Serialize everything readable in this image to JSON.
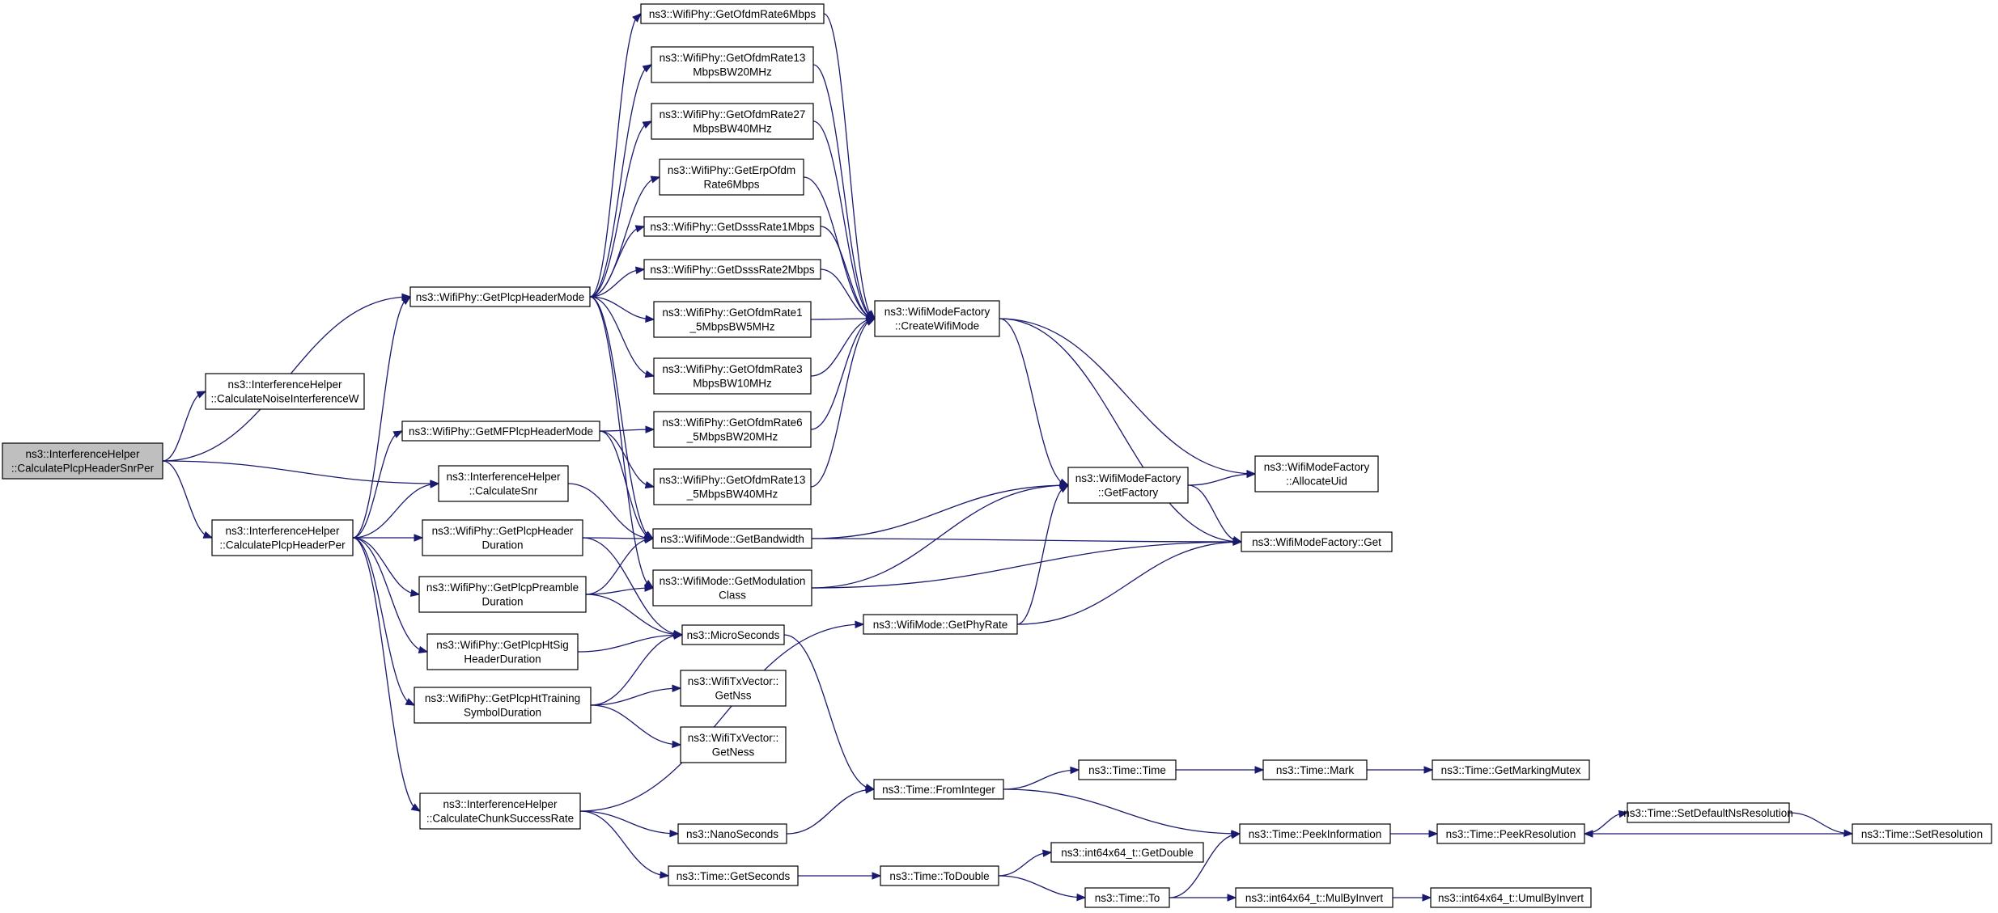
{
  "graph": {
    "edge_color": "#191970",
    "root_fill": "#bfbfbf",
    "node_fill": "#ffffff",
    "nodes": [
      {
        "id": "root",
        "lines": [
          "ns3::InterferenceHelper",
          "::CalculatePlcpHeaderSnrPer"
        ],
        "root": true
      },
      {
        "id": "noise",
        "lines": [
          "ns3::InterferenceHelper",
          "::CalculateNoiseInterferenceW"
        ]
      },
      {
        "id": "hdrper",
        "lines": [
          "ns3::InterferenceHelper",
          "::CalculatePlcpHeaderPer"
        ]
      },
      {
        "id": "getplcpmode",
        "lines": [
          "ns3::WifiPhy::GetPlcpHeaderMode"
        ]
      },
      {
        "id": "mfplcp",
        "lines": [
          "ns3::WifiPhy::GetMFPlcpHeaderMode"
        ]
      },
      {
        "id": "snr",
        "lines": [
          "ns3::InterferenceHelper",
          "::CalculateSnr"
        ]
      },
      {
        "id": "hdrdur",
        "lines": [
          "ns3::WifiPhy::GetPlcpHeader",
          "Duration"
        ]
      },
      {
        "id": "predur",
        "lines": [
          "ns3::WifiPhy::GetPlcpPreamble",
          "Duration"
        ]
      },
      {
        "id": "htsig",
        "lines": [
          "ns3::WifiPhy::GetPlcpHtSig",
          "HeaderDuration"
        ]
      },
      {
        "id": "httrain",
        "lines": [
          "ns3::WifiPhy::GetPlcpHtTraining",
          "SymbolDuration"
        ]
      },
      {
        "id": "chunk",
        "lines": [
          "ns3::InterferenceHelper",
          "::CalculateChunkSuccessRate"
        ]
      },
      {
        "id": "ofdm6",
        "lines": [
          "ns3::WifiPhy::GetOfdmRate6Mbps"
        ]
      },
      {
        "id": "ofdm13_20",
        "lines": [
          "ns3::WifiPhy::GetOfdmRate13",
          "MbpsBW20MHz"
        ]
      },
      {
        "id": "ofdm27_40",
        "lines": [
          "ns3::WifiPhy::GetOfdmRate27",
          "MbpsBW40MHz"
        ]
      },
      {
        "id": "erp6",
        "lines": [
          "ns3::WifiPhy::GetErpOfdm",
          "Rate6Mbps"
        ]
      },
      {
        "id": "dsss1",
        "lines": [
          "ns3::WifiPhy::GetDsssRate1Mbps"
        ]
      },
      {
        "id": "dsss2",
        "lines": [
          "ns3::WifiPhy::GetDsssRate2Mbps"
        ]
      },
      {
        "id": "ofdm1_5",
        "lines": [
          "ns3::WifiPhy::GetOfdmRate1",
          "_5MbpsBW5MHz"
        ]
      },
      {
        "id": "ofdm3_10",
        "lines": [
          "ns3::WifiPhy::GetOfdmRate3",
          "MbpsBW10MHz"
        ]
      },
      {
        "id": "ofdm6_5_20",
        "lines": [
          "ns3::WifiPhy::GetOfdmRate6",
          "_5MbpsBW20MHz"
        ]
      },
      {
        "id": "ofdm13_5_40",
        "lines": [
          "ns3::WifiPhy::GetOfdmRate13",
          "_5MbpsBW40MHz"
        ]
      },
      {
        "id": "bandwidth",
        "lines": [
          "ns3::WifiMode::GetBandwidth"
        ]
      },
      {
        "id": "modclass",
        "lines": [
          "ns3::WifiMode::GetModulation",
          "Class"
        ]
      },
      {
        "id": "micro",
        "lines": [
          "ns3::MicroSeconds"
        ]
      },
      {
        "id": "nss",
        "lines": [
          "ns3::WifiTxVector::",
          "GetNss"
        ]
      },
      {
        "id": "ness",
        "lines": [
          "ns3::WifiTxVector::",
          "GetNess"
        ]
      },
      {
        "id": "nano",
        "lines": [
          "ns3::NanoSeconds"
        ]
      },
      {
        "id": "getsec",
        "lines": [
          "ns3::Time::GetSeconds"
        ]
      },
      {
        "id": "create",
        "lines": [
          "ns3::WifiModeFactory",
          "::CreateWifiMode"
        ]
      },
      {
        "id": "phyrate",
        "lines": [
          "ns3::WifiMode::GetPhyRate"
        ]
      },
      {
        "id": "fromint",
        "lines": [
          "ns3::Time::FromInteger"
        ]
      },
      {
        "id": "todouble",
        "lines": [
          "ns3::Time::ToDouble"
        ]
      },
      {
        "id": "factory",
        "lines": [
          "ns3::WifiModeFactory",
          "::GetFactory"
        ]
      },
      {
        "id": "timetime",
        "lines": [
          "ns3::Time::Time"
        ]
      },
      {
        "id": "int64getd",
        "lines": [
          "ns3::int64x64_t::GetDouble"
        ]
      },
      {
        "id": "timeto",
        "lines": [
          "ns3::Time::To"
        ]
      },
      {
        "id": "alloc",
        "lines": [
          "ns3::WifiModeFactory",
          "::AllocateUid"
        ]
      },
      {
        "id": "factget",
        "lines": [
          "ns3::WifiModeFactory::Get"
        ]
      },
      {
        "id": "mark",
        "lines": [
          "ns3::Time::Mark"
        ]
      },
      {
        "id": "peekinfo",
        "lines": [
          "ns3::Time::PeekInformation"
        ]
      },
      {
        "id": "mulinv",
        "lines": [
          "ns3::int64x64_t::MulByInvert"
        ]
      },
      {
        "id": "markmutex",
        "lines": [
          "ns3::Time::GetMarkingMutex"
        ]
      },
      {
        "id": "peekres",
        "lines": [
          "ns3::Time::PeekResolution"
        ]
      },
      {
        "id": "umulinv",
        "lines": [
          "ns3::int64x64_t::UmulByInvert"
        ]
      },
      {
        "id": "setdefault",
        "lines": [
          "ns3::Time::SetDefaultNsResolution"
        ]
      },
      {
        "id": "setres",
        "lines": [
          "ns3::Time::SetResolution"
        ]
      }
    ],
    "edges": [
      [
        "root",
        "noise"
      ],
      [
        "root",
        "getplcpmode"
      ],
      [
        "root",
        "hdrper"
      ],
      [
        "root",
        "snr"
      ],
      [
        "hdrper",
        "getplcpmode"
      ],
      [
        "hdrper",
        "mfplcp"
      ],
      [
        "hdrper",
        "snr"
      ],
      [
        "hdrper",
        "hdrdur"
      ],
      [
        "hdrper",
        "predur"
      ],
      [
        "hdrper",
        "htsig"
      ],
      [
        "hdrper",
        "httrain"
      ],
      [
        "hdrper",
        "chunk"
      ],
      [
        "getplcpmode",
        "ofdm6"
      ],
      [
        "getplcpmode",
        "ofdm13_20"
      ],
      [
        "getplcpmode",
        "ofdm27_40"
      ],
      [
        "getplcpmode",
        "erp6"
      ],
      [
        "getplcpmode",
        "dsss1"
      ],
      [
        "getplcpmode",
        "dsss2"
      ],
      [
        "getplcpmode",
        "ofdm1_5"
      ],
      [
        "getplcpmode",
        "ofdm3_10"
      ],
      [
        "getplcpmode",
        "bandwidth"
      ],
      [
        "getplcpmode",
        "modclass"
      ],
      [
        "mfplcp",
        "ofdm6_5_20"
      ],
      [
        "mfplcp",
        "ofdm13_5_40"
      ],
      [
        "mfplcp",
        "bandwidth"
      ],
      [
        "snr",
        "bandwidth"
      ],
      [
        "hdrdur",
        "bandwidth"
      ],
      [
        "hdrdur",
        "micro"
      ],
      [
        "predur",
        "bandwidth"
      ],
      [
        "predur",
        "modclass"
      ],
      [
        "predur",
        "micro"
      ],
      [
        "htsig",
        "micro"
      ],
      [
        "httrain",
        "micro"
      ],
      [
        "httrain",
        "nss"
      ],
      [
        "httrain",
        "ness"
      ],
      [
        "chunk",
        "phyrate"
      ],
      [
        "chunk",
        "nano"
      ],
      [
        "chunk",
        "getsec"
      ],
      [
        "ofdm6",
        "create"
      ],
      [
        "ofdm13_20",
        "create"
      ],
      [
        "ofdm27_40",
        "create"
      ],
      [
        "erp6",
        "create"
      ],
      [
        "dsss1",
        "create"
      ],
      [
        "dsss2",
        "create"
      ],
      [
        "ofdm1_5",
        "create"
      ],
      [
        "ofdm3_10",
        "create"
      ],
      [
        "ofdm6_5_20",
        "create"
      ],
      [
        "ofdm13_5_40",
        "create"
      ],
      [
        "create",
        "factory"
      ],
      [
        "create",
        "alloc"
      ],
      [
        "create",
        "factget"
      ],
      [
        "bandwidth",
        "factory"
      ],
      [
        "bandwidth",
        "factget"
      ],
      [
        "modclass",
        "factory"
      ],
      [
        "modclass",
        "factget"
      ],
      [
        "phyrate",
        "factory"
      ],
      [
        "phyrate",
        "factget"
      ],
      [
        "factory",
        "alloc"
      ],
      [
        "factory",
        "factget"
      ],
      [
        "micro",
        "fromint"
      ],
      [
        "nano",
        "fromint"
      ],
      [
        "fromint",
        "timetime"
      ],
      [
        "fromint",
        "peekinfo"
      ],
      [
        "getsec",
        "todouble"
      ],
      [
        "todouble",
        "int64getd"
      ],
      [
        "todouble",
        "timeto"
      ],
      [
        "timetime",
        "mark"
      ],
      [
        "mark",
        "markmutex"
      ],
      [
        "timeto",
        "peekinfo"
      ],
      [
        "timeto",
        "mulinv"
      ],
      [
        "mulinv",
        "umulinv"
      ],
      [
        "peekinfo",
        "peekres"
      ],
      [
        "peekres",
        "setdefault"
      ],
      [
        "setdefault",
        "setres"
      ],
      [
        "setres",
        "peekres"
      ]
    ]
  }
}
